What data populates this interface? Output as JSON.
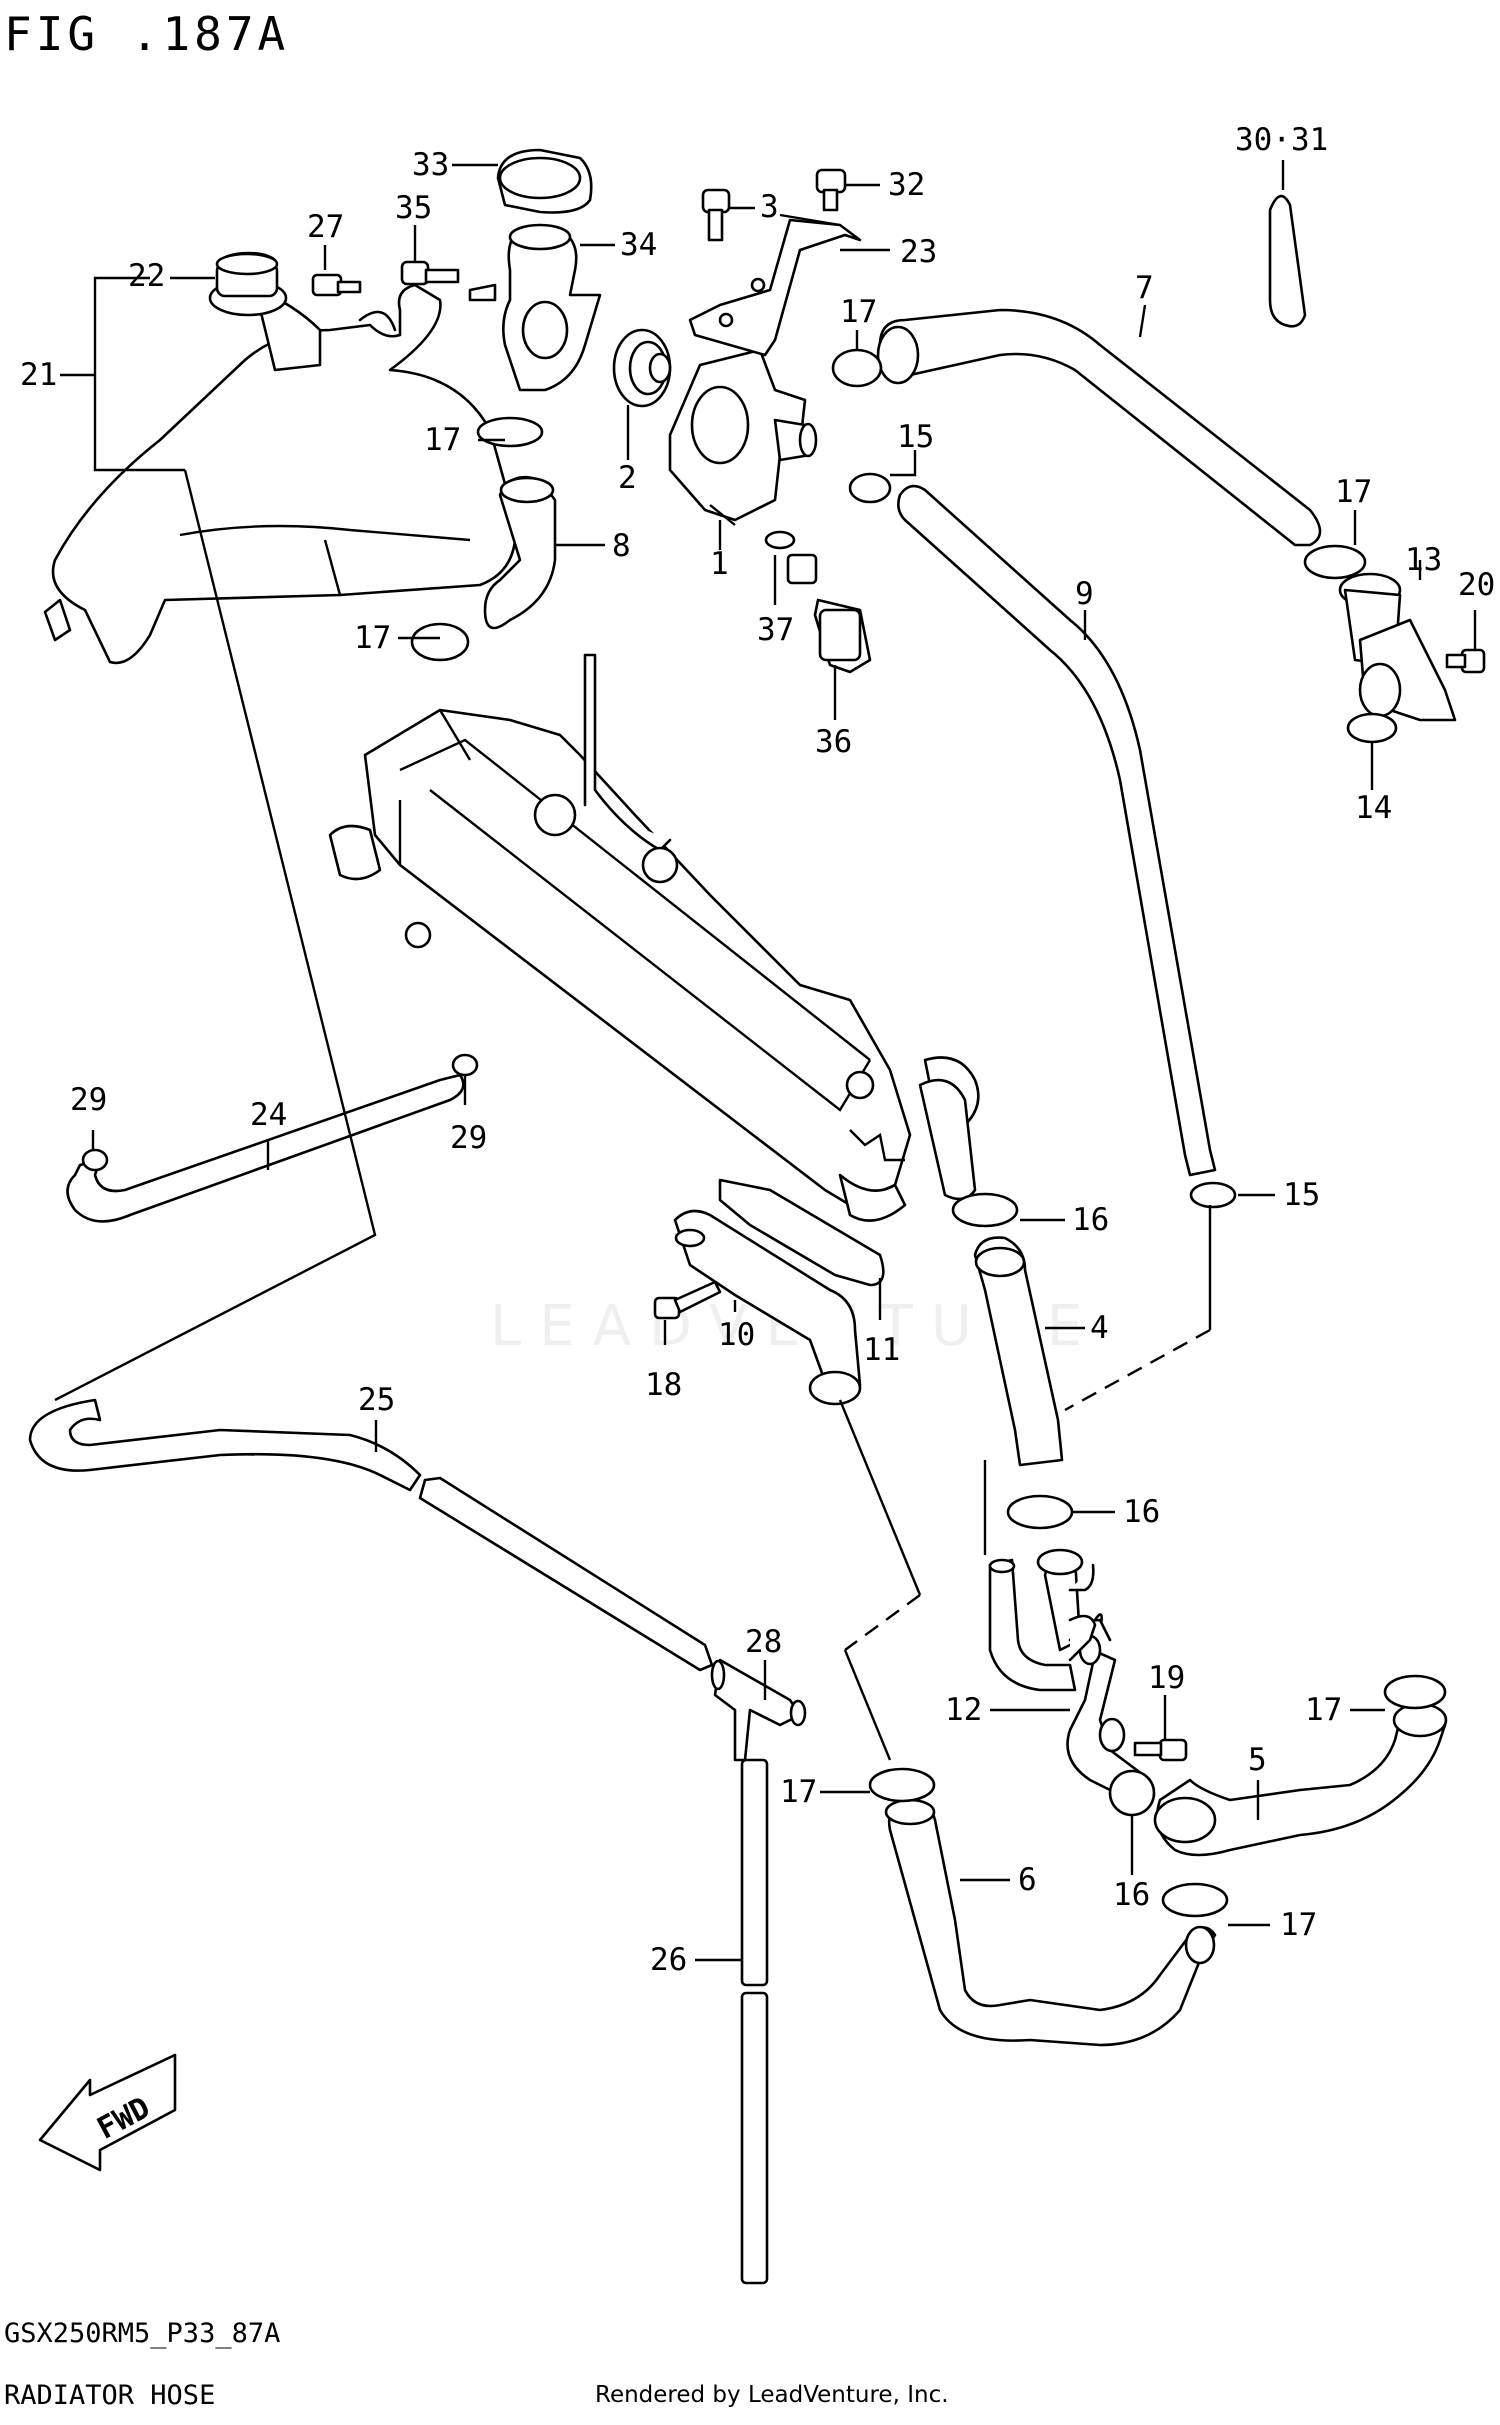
{
  "figure": {
    "title": "FIG .187A",
    "model_code": "GSX250RM5_P33_87A",
    "section_name": "RADIATOR HOSE",
    "credit": "Rendered by LeadVenture, Inc.",
    "watermark": "LEADVENTURE",
    "fwd_label": "FWD"
  },
  "callouts": [
    "1",
    "2",
    "3",
    "4",
    "5",
    "6",
    "7",
    "8",
    "9",
    "10",
    "11",
    "12",
    "13",
    "14",
    "15",
    "16",
    "17",
    "18",
    "19",
    "20",
    "21",
    "22",
    "23",
    "24",
    "25",
    "26",
    "27",
    "28",
    "29",
    "30·31",
    "32",
    "33",
    "34",
    "35",
    "36",
    "37"
  ]
}
